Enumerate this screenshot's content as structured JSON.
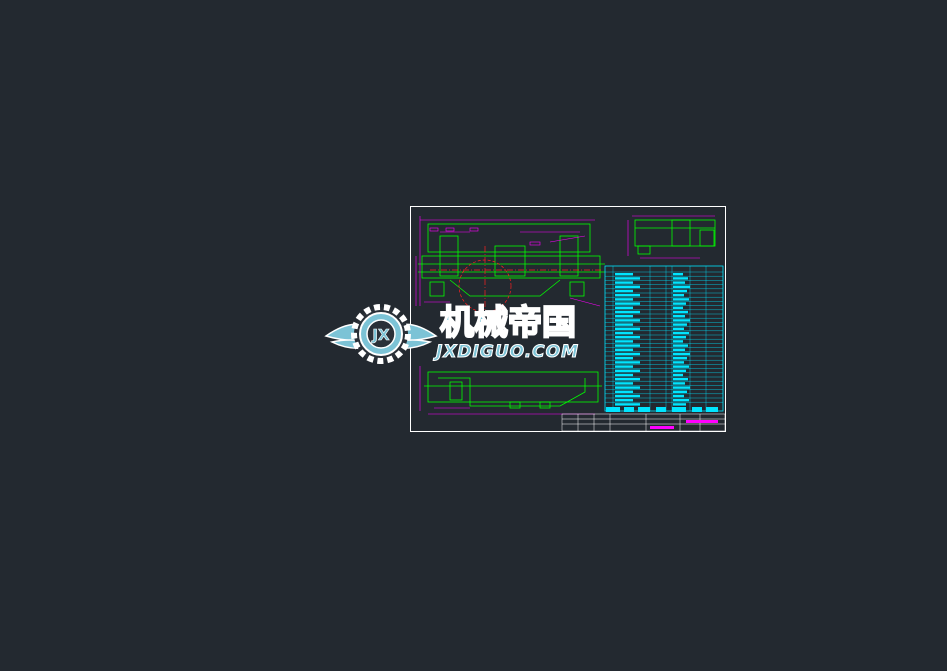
{
  "colors": {
    "background": "#232930",
    "sheet_border": "#ffffff",
    "geometry": "#00ff00",
    "dimensions": "#ff00ff",
    "table": "#00e5ff",
    "centerline": "#ff2020",
    "watermark_fill": "#7cc3d6",
    "watermark_outline": "#ffffff"
  },
  "watermark": {
    "name_cn": "机械帝国",
    "site": "JXDIGUO.COM",
    "emblem_letters": "JX"
  },
  "icons": {
    "emblem": "gear-wings-emblem-icon"
  }
}
